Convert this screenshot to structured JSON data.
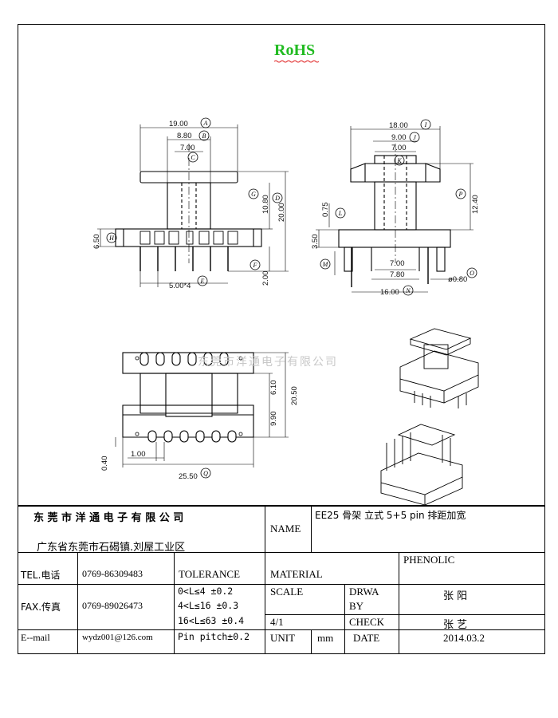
{
  "header": {
    "rohs": "RoHS"
  },
  "watermark": "东莞市洋通电子有限公司",
  "dims": {
    "a": "19.00",
    "b": "8.80",
    "c": "7.00",
    "d": "10.80",
    "e": "20.00",
    "f": "2.00",
    "g": "6.50",
    "h": "5.00*4",
    "i": "18.00",
    "j": "9.00",
    "k": "7.00",
    "l": "0.75",
    "m": "12.40",
    "n": "3.50",
    "o": "7.00",
    "p": "7.80",
    "q": "16.00",
    "r": "ø0.80",
    "s": "6.10",
    "t": "9.90",
    "u": "20.50",
    "v": "1.00",
    "w": "0.40",
    "x": "25.50"
  },
  "balloons": [
    "A",
    "B",
    "C",
    "D",
    "E",
    "F",
    "G",
    "H",
    "I",
    "J",
    "K",
    "L",
    "M",
    "N",
    "O",
    "P",
    "Q"
  ],
  "title_block": {
    "company": "东 莞 市 洋 通 电 子 有 限 公 司",
    "address": "广东省东莞市石碣镇.刘屋工业区",
    "name_label": "NAME",
    "name_value": "EE25 骨架   立式    5+5 pin   排距加宽",
    "tel_label": "TEL.电话",
    "tel_value": "0769-86309483",
    "fax_label": "FAX.传真",
    "fax_value": "0769-89026473",
    "email_label": "E--mail",
    "email_value": "wydz001@126.com",
    "tolerance_label": "TOLERANCE",
    "tol_1": "0<L≤4   ±0.2",
    "tol_2": "4<L≤16  ±0.3",
    "tol_3": "16<L≤63 ±0.4",
    "tol_4": "Pin pitch±0.2",
    "material_label": "MATERIAL",
    "material_value": "PHENOLIC",
    "scale_label": "SCALE",
    "scale_value": "4/1",
    "unit_label": "UNIT",
    "unit_value": "mm",
    "drawn_label_1": "DRWA",
    "drawn_label_2": "BY",
    "drawn_value": "张  阳",
    "check_label": "CHECK",
    "check_value": "张  艺",
    "date_label": "DATE",
    "date_value": "2014.03.2"
  }
}
